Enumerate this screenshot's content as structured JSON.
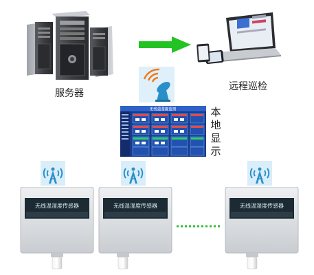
{
  "server_label": "服务器",
  "remote_label": "远程巡检",
  "local_display_label": [
    "本",
    "地",
    "显",
    "示"
  ],
  "screen_title": "无线温湿度监测",
  "sensor_panel_text": "无线温湿度传感器",
  "connector": "dotted",
  "colors": {
    "arrow_green": "#22c322",
    "dotted_green": "#2fbf2f",
    "antenna_blue": "#2a8fc9",
    "antenna_bg": "#d9eef9",
    "screen_bg": "#1a3a8c",
    "sensor_panel": "#1b2a33"
  },
  "icons": {
    "servers": "server-rack-icon",
    "devices": "laptop-phone-icon",
    "wifi": "wifi-signal-icon",
    "tower": "signal-tower-icon"
  }
}
